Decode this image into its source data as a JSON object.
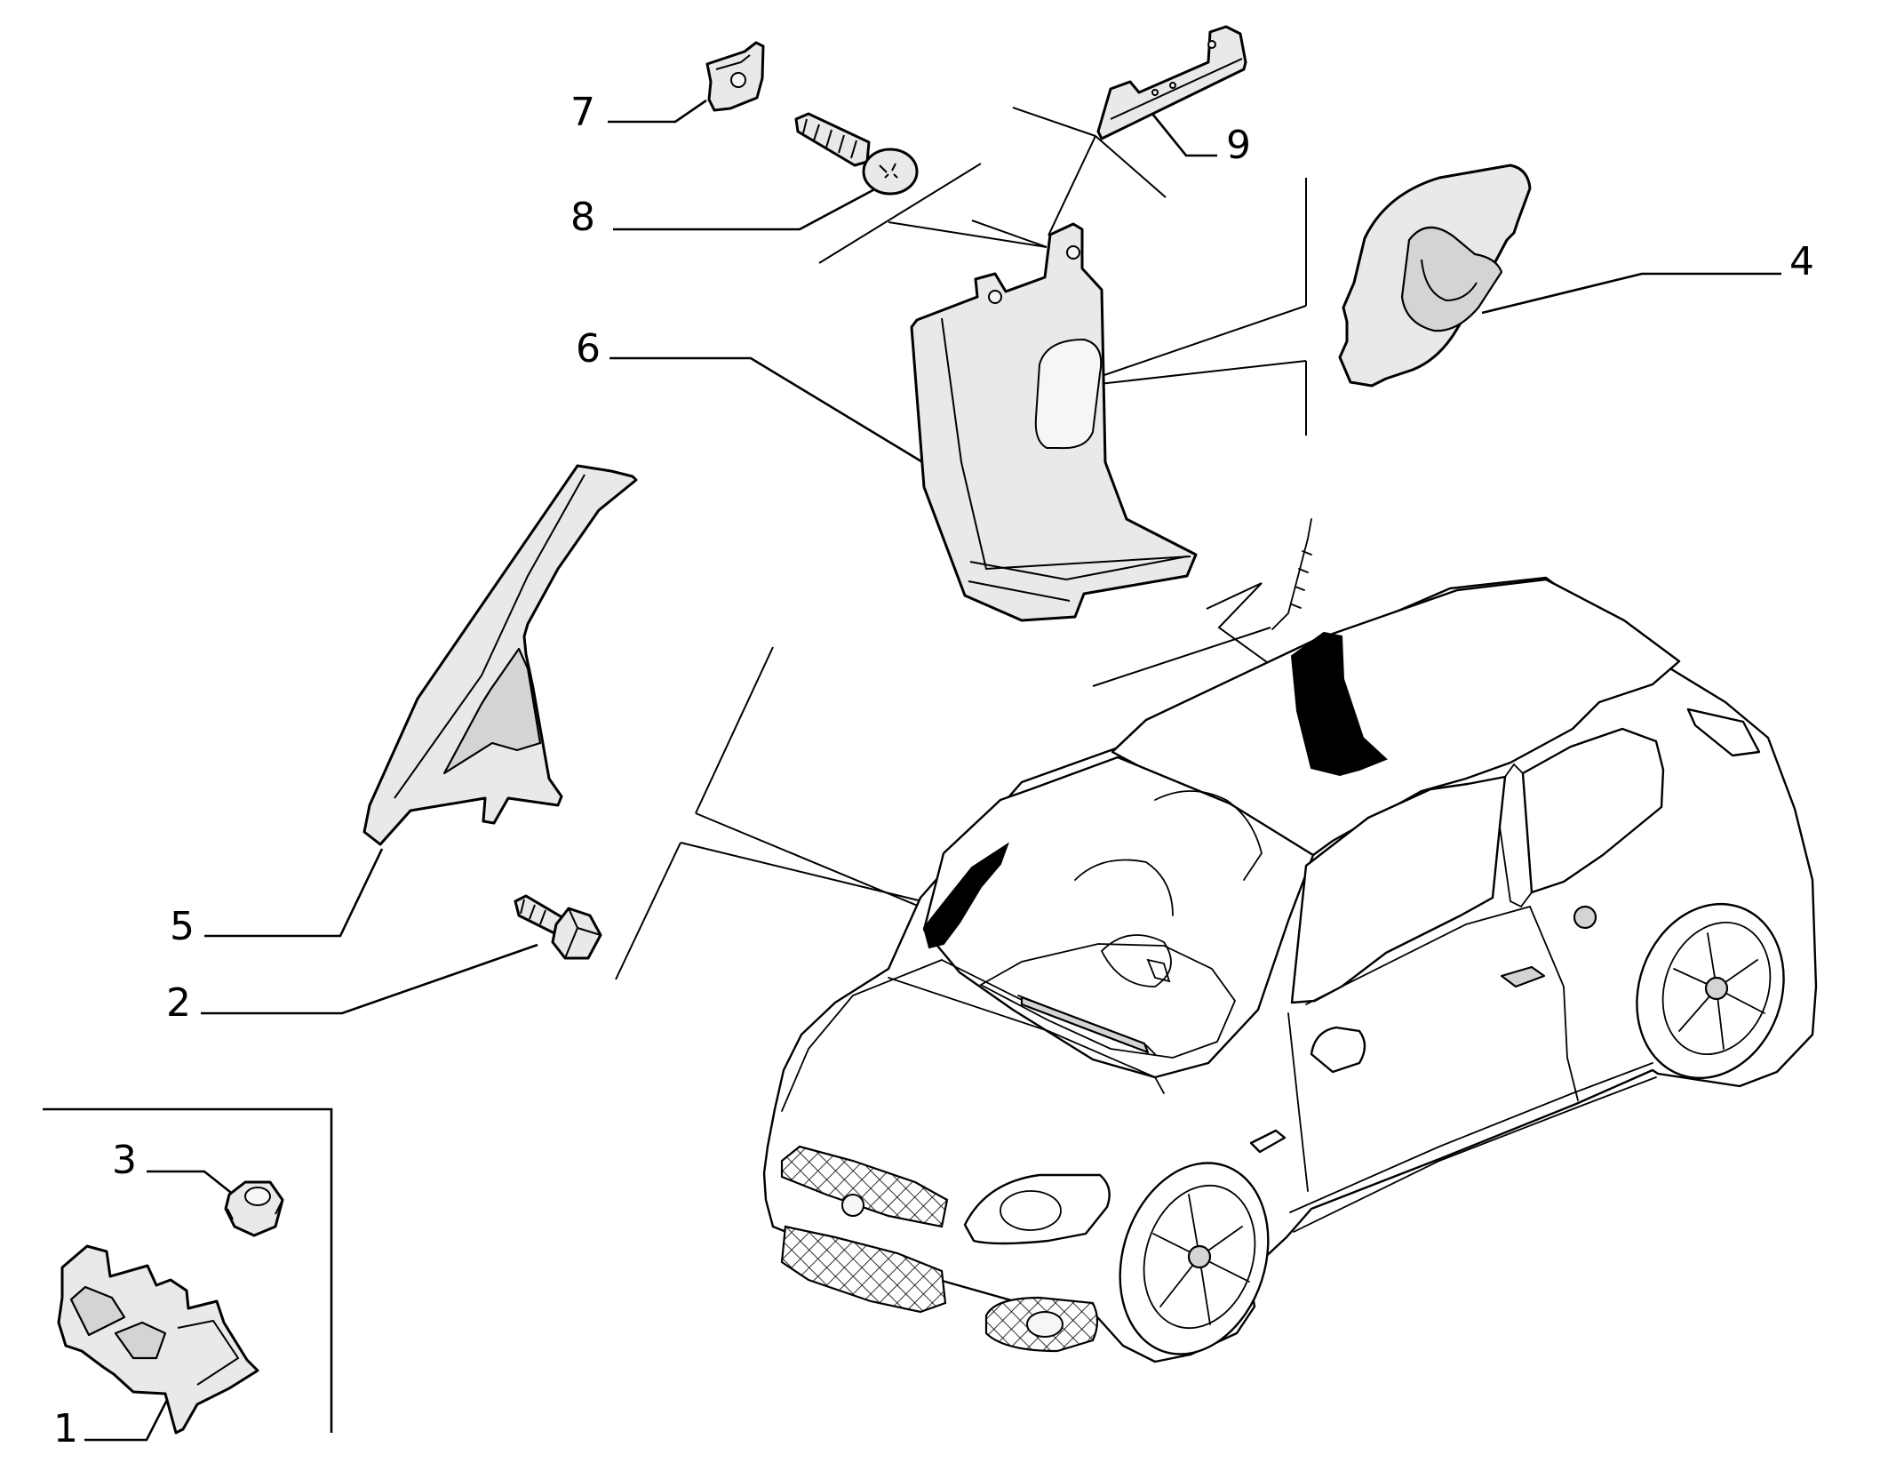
{
  "diagram": {
    "callouts": [
      {
        "id": "1",
        "text": "1"
      },
      {
        "id": "2",
        "text": "2"
      },
      {
        "id": "3",
        "text": "3"
      },
      {
        "id": "4",
        "text": "4"
      },
      {
        "id": "5",
        "text": "5"
      },
      {
        "id": "6",
        "text": "6"
      },
      {
        "id": "7",
        "text": "7"
      },
      {
        "id": "8",
        "text": "8"
      },
      {
        "id": "9",
        "text": "9"
      }
    ],
    "parts": [
      {
        "id": "1",
        "name": "clip",
        "icon": "clip-icon"
      },
      {
        "id": "2",
        "name": "bolt",
        "icon": "bolt-icon"
      },
      {
        "id": "3",
        "name": "nut",
        "icon": "nut-icon"
      },
      {
        "id": "4",
        "name": "grab-handle-cover",
        "icon": "cover-icon"
      },
      {
        "id": "5",
        "name": "a-pillar-trim",
        "icon": "pillar-trim-icon"
      },
      {
        "id": "6",
        "name": "b-pillar-trim",
        "icon": "pillar-trim-icon"
      },
      {
        "id": "7",
        "name": "retaining-clip",
        "icon": "clip-icon"
      },
      {
        "id": "8",
        "name": "screw",
        "icon": "screw-icon"
      },
      {
        "id": "9",
        "name": "bracket",
        "icon": "bracket-icon"
      }
    ],
    "colors": {
      "line": "#000000",
      "fill": "#e9e9e9",
      "highlight": "#000000",
      "background": "#ffffff"
    }
  }
}
